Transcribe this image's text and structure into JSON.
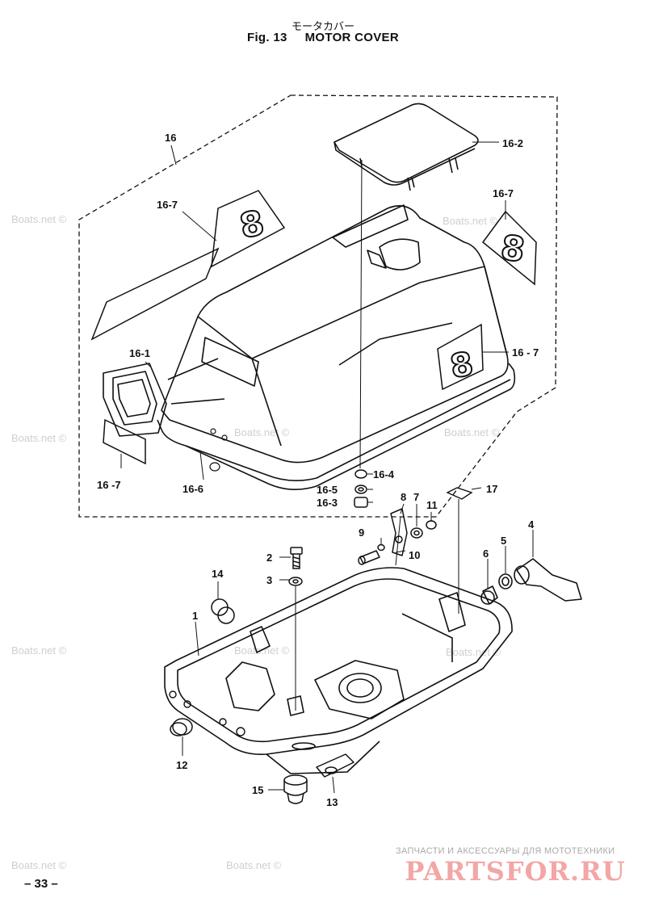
{
  "header": {
    "title_jp": "モータカバー",
    "fig_number": "Fig. 13",
    "title_en": "MOTOR COVER"
  },
  "labels": {
    "p16": "16",
    "p16_2": "16-2",
    "p16_7_left": "16-7",
    "p16_7_right": "16-7",
    "p16_7_side": "16 - 7",
    "p16_1": "16-1",
    "p16_7_bottom": "16 -7",
    "p16_6": "16-6",
    "p16_4": "16-4",
    "p16_5": "16-5",
    "p16_3": "16-3",
    "p17": "17",
    "p8": "8",
    "p7": "7",
    "p11": "11",
    "p9": "9",
    "p10": "10",
    "p4": "4",
    "p5": "5",
    "p6": "6",
    "p2": "2",
    "p3": "3",
    "p14": "14",
    "p1": "1",
    "p12": "12",
    "p15": "15",
    "p13": "13"
  },
  "decal_text": "8",
  "watermark": "Boats.net ©",
  "page_number": "– 33 –",
  "footer": {
    "caption": "ЗАПЧАСТИ И АКСЕССУАРЫ ДЛЯ МОТОТЕХНИКИ",
    "logo": "PARTSFOR.RU"
  },
  "colors": {
    "line": "#111111",
    "watermark": "#cfcfcf",
    "logo": "#f3a6a6"
  }
}
